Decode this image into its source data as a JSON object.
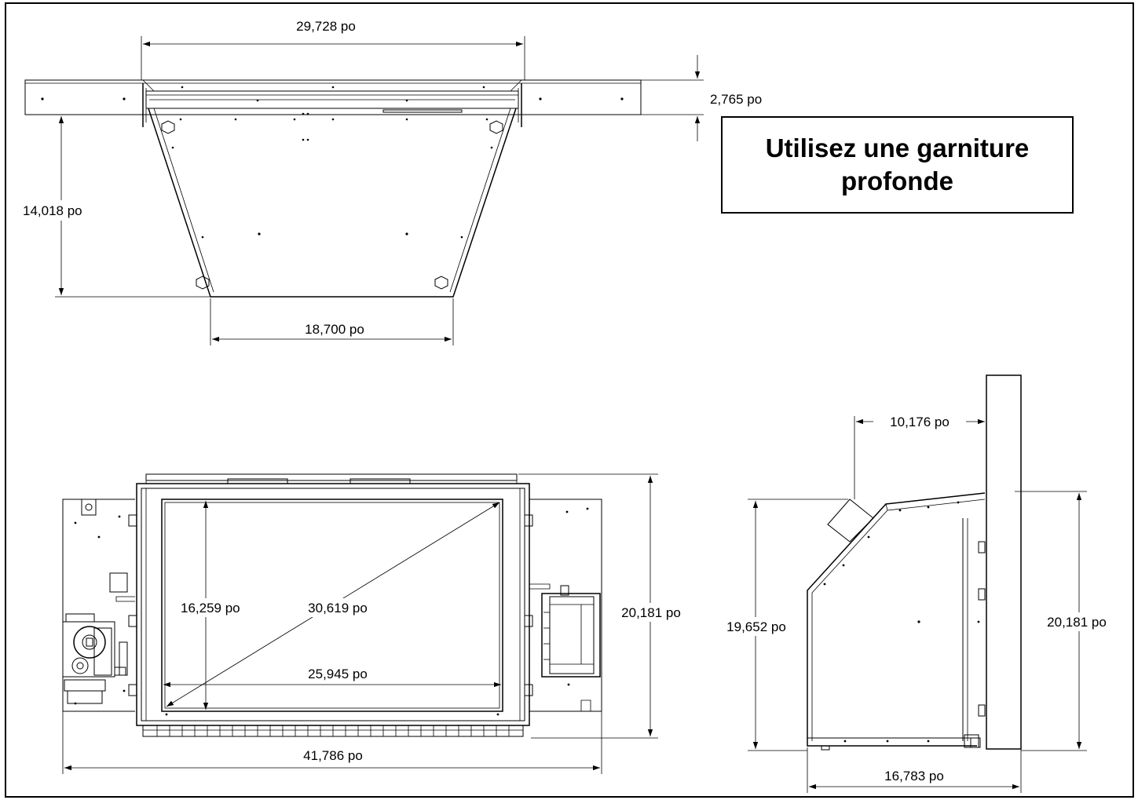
{
  "note": {
    "text": "Utilisez une garniture profonde"
  },
  "top_view": {
    "width_top": "29,728 po",
    "flange_height": "2,765 po",
    "depth": "14,018 po",
    "width_bottom": "18,700 po"
  },
  "front_view": {
    "screen_height": "16,259 po",
    "screen_diagonal": "30,619 po",
    "screen_width": "25,945 po",
    "overall_height": "20,181 po",
    "overall_width": "41,786 po"
  },
  "side_view": {
    "offset": "10,176 po",
    "body_height": "19,652 po",
    "overall_height": "20,181 po",
    "depth": "16,783 po"
  }
}
